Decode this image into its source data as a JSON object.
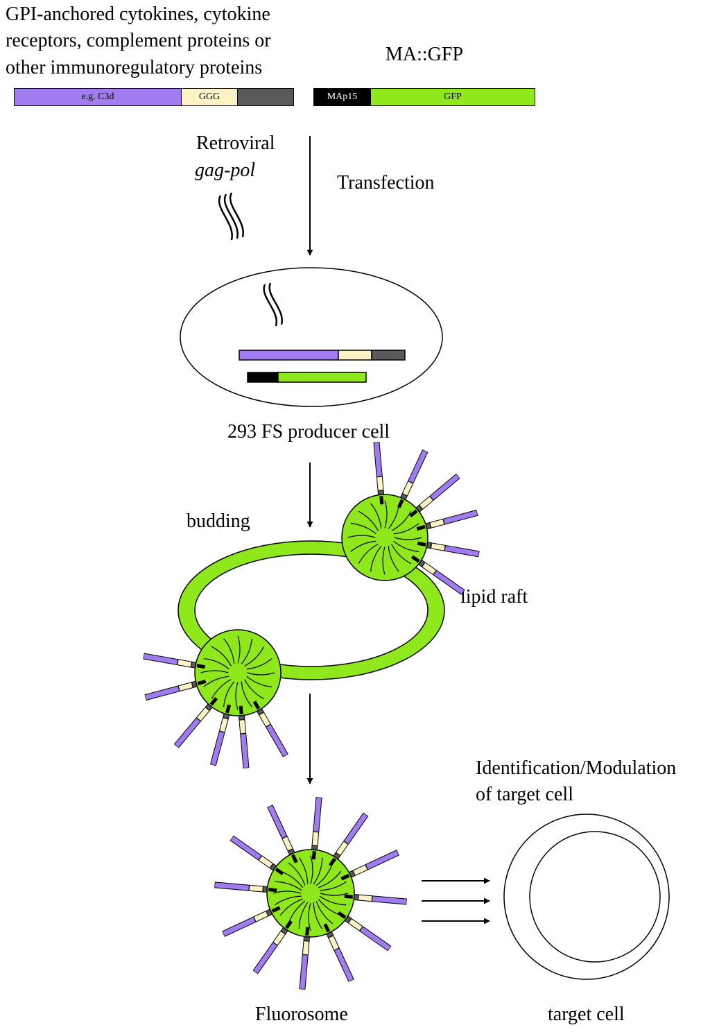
{
  "texts": {
    "construct_title_1": "GPI-anchored cytokines, cytokine",
    "construct_title_2": "receptors, complement proteins or",
    "construct_title_3": "other immunoregulatory proteins",
    "ma_gfp_title": "MA::GFP",
    "retroviral_1": "Retroviral",
    "retroviral_2": "gag-pol",
    "transfection": "Transfection",
    "producer_cell": "293 FS producer cell",
    "budding": "budding",
    "lipid_raft": "lipid raft",
    "identification_1": "Identification/Modulation",
    "identification_2": "of target cell",
    "fluorosome": "Fluorosome",
    "target_cell": "target cell"
  },
  "construct_gpi": {
    "segments": [
      {
        "label": "e.g. C3d",
        "color": "#a07cf0"
      },
      {
        "label": "GGG",
        "color": "#fbf3c6"
      },
      {
        "label": "",
        "color": "#5a5a5a"
      }
    ]
  },
  "construct_ma": {
    "segments": [
      {
        "label": "MAp15",
        "color": "#000000"
      },
      {
        "label": "GFP",
        "color": "#8fe81b"
      }
    ]
  },
  "colors": {
    "membrane_green": "#8fe81b",
    "protein_purple": "#a07cf0",
    "linker_cream": "#fbf3c6",
    "anchor_grey": "#5a5a5a",
    "ma_black": "#000000"
  }
}
